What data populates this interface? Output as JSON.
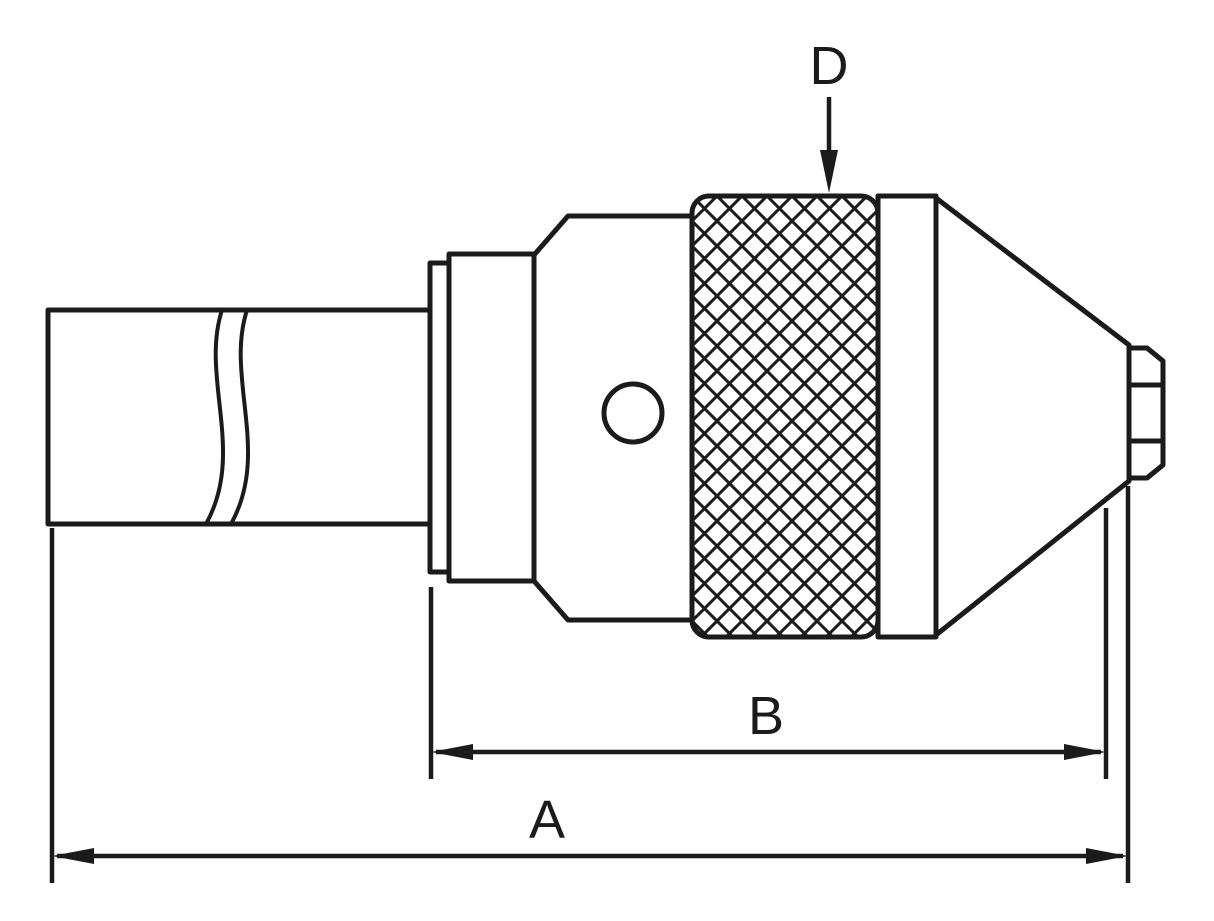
{
  "diagram": {
    "labels": {
      "dim_d": "D",
      "dim_b": "B",
      "dim_a": "A"
    },
    "colors": {
      "line": "#1b1b1b",
      "background": "#ffffff"
    }
  }
}
